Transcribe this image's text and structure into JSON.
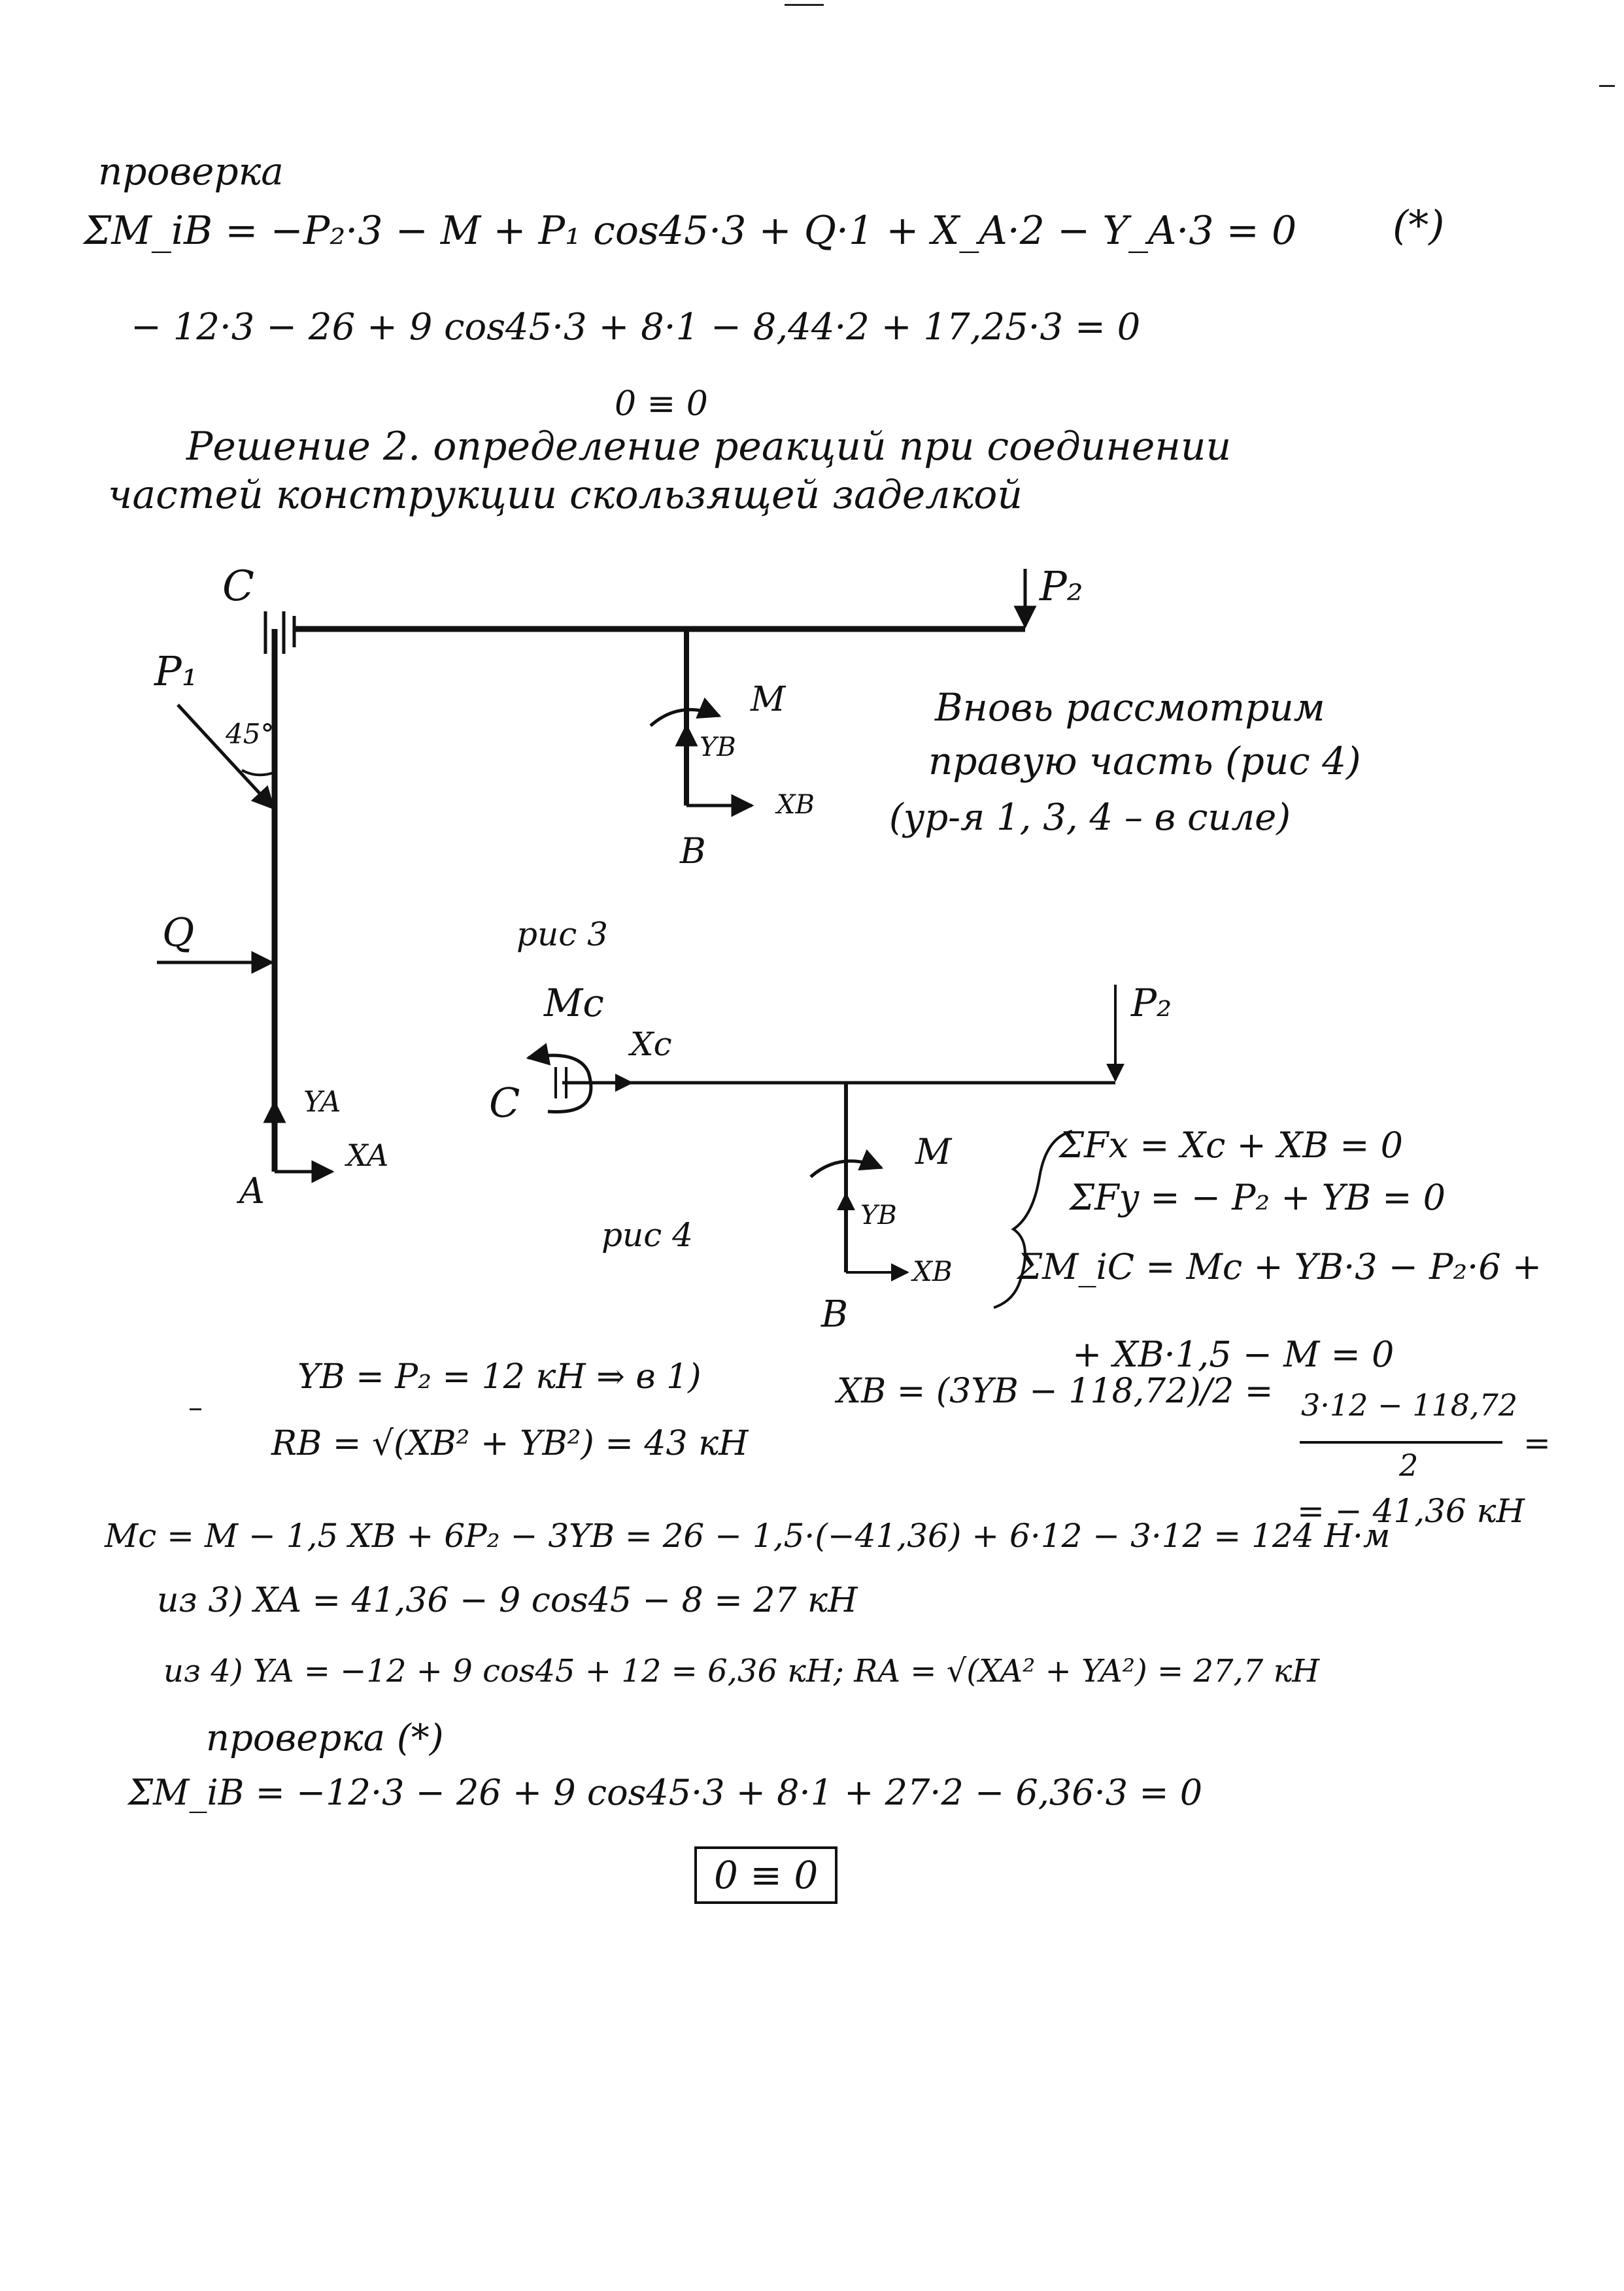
{
  "lines": {
    "check_title": "проверка",
    "eq_moment_b": "ΣM_iB = −P₂·3 − M + P₁ cos45·3 + Q·1 + X_A·2 − Y_A·3 = 0",
    "eq_star": "(*)",
    "eq_numeric_1": "− 12·3 − 26 + 9 cos45·3 + 8·1 − 8,44·2 + 17,25·3 = 0",
    "identity_1": "0 ≡ 0",
    "solution_heading_1": "Решение 2.   определение   реакций   при   соединении",
    "solution_heading_2": "частей   конструкции    скользящей заделкой",
    "note_1": "Вновь   рассмотрим",
    "note_2": "правую часть  (рис 4)",
    "note_3": "(ур-я   1, 3, 4 – в силе)",
    "caption_fig3": "рис 3",
    "caption_fig4": "рис 4",
    "sys_eq1": "ΣFx = Xc + XB = 0",
    "sys_eq2": "ΣFy = − P₂ + YB = 0",
    "sys_eq3": "ΣM_iC = Mc + YB·3 − P₂·6 +",
    "sys_eq3_cont": "+ XB·1,5 − M = 0",
    "yb_line": "YB = P₂ = 12 кН  ⇒ в 1)",
    "xb_line": "XB = (3YB − 118,72)/2 =",
    "xb_frac_num": "3·12 − 118,72",
    "xb_frac_den": "2",
    "xb_frac_eq": "=",
    "xb_result": "= − 41,36 кН",
    "rb_line": "RB = √(XB² + YB²) = 43 кН",
    "mc_line": "Mc = M − 1,5 XB + 6P₂ − 3YB = 26 − 1,5·(−41,36) + 6·12 − 3·12 = 124 Н·м",
    "xa_line": "из 3)  XA = 41,36 − 9 cos45 − 8 = 27 кН",
    "ya_line": "из 4)  YA = −12 +   9 cos45 + 12 = 6,36 кН;  RA = √(XA² + YA²) = 27,7 кН",
    "check2_title": "проверка  (*)",
    "eq_numeric_2": "ΣM_iB = −12·3 − 26 + 9 cos45·3 + 8·1 + 27·2 − 6,36·3 = 0",
    "identity_boxed": "0 ≡ 0"
  },
  "figure3": {
    "labels": {
      "C": "C",
      "P1": "P₁",
      "P2": "P₂",
      "angle": "45°",
      "Q": "Q",
      "M": "M",
      "YB": "YB",
      "XB": "XB",
      "B": "B",
      "YA": "YA",
      "XA": "XA",
      "A": "A"
    }
  },
  "figure4": {
    "labels": {
      "Mc": "Mc",
      "Xc": "Xc",
      "C": "C",
      "P2": "P₂",
      "M": "M",
      "YB": "YB",
      "XB": "XB",
      "B": "B"
    }
  }
}
